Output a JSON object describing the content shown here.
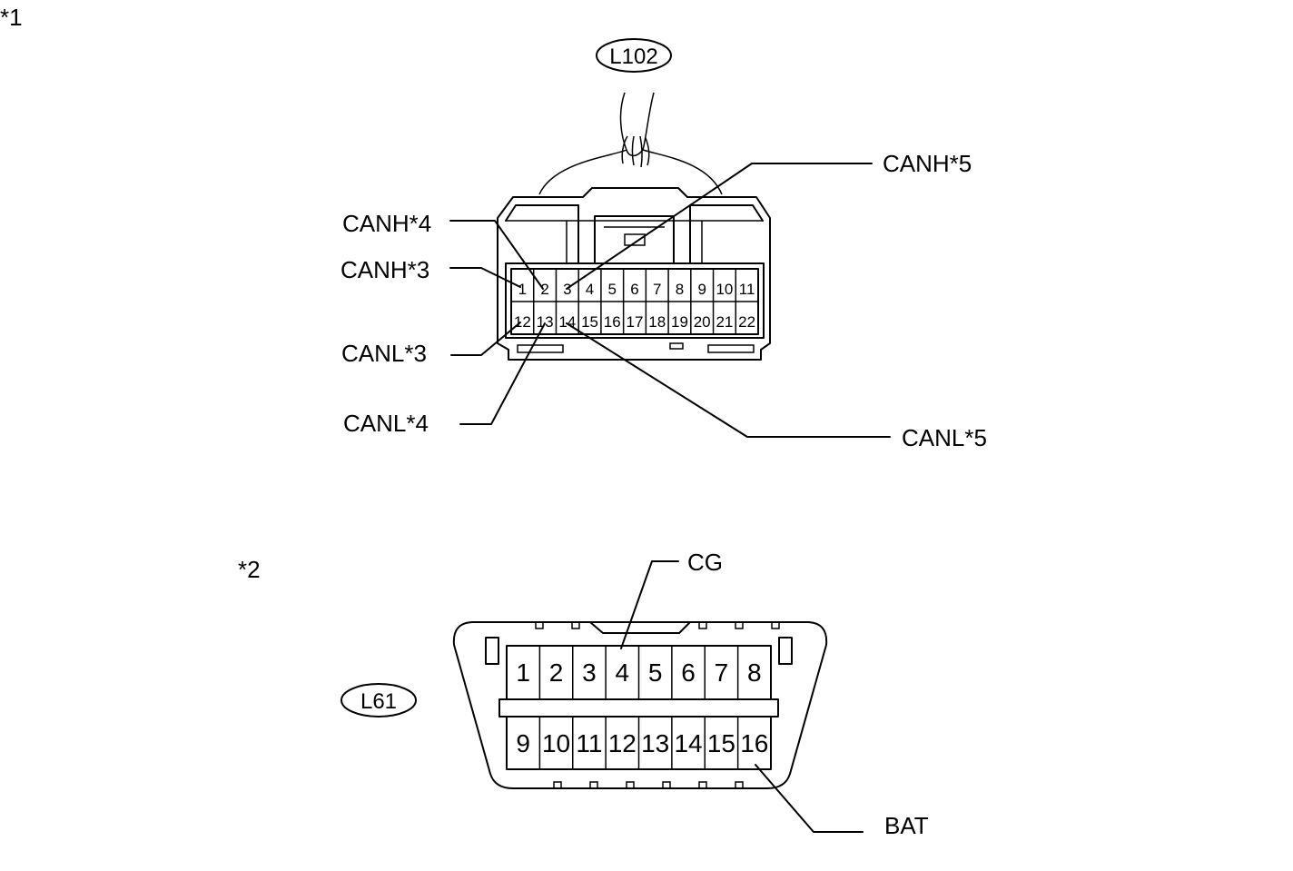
{
  "notes": {
    "n1": "*1",
    "n2": "*2"
  },
  "connector_1": {
    "id": "L102",
    "top_row": [
      "1",
      "2",
      "3",
      "4",
      "5",
      "6",
      "7",
      "8",
      "9",
      "10",
      "11"
    ],
    "bottom_row": [
      "12",
      "13",
      "14",
      "15",
      "16",
      "17",
      "18",
      "19",
      "20",
      "21",
      "22"
    ],
    "callouts": {
      "canh4": "CANH*4",
      "canh3": "CANH*3",
      "canl3": "CANL*3",
      "canl4": "CANL*4",
      "canh5": "CANH*5",
      "canl5": "CANL*5"
    }
  },
  "connector_2": {
    "id": "L61",
    "top_row": [
      "1",
      "2",
      "3",
      "4",
      "5",
      "6",
      "7",
      "8"
    ],
    "bottom_row": [
      "9",
      "10",
      "11",
      "12",
      "13",
      "14",
      "15",
      "16"
    ],
    "callouts": {
      "cg": "CG",
      "bat": "BAT"
    }
  }
}
